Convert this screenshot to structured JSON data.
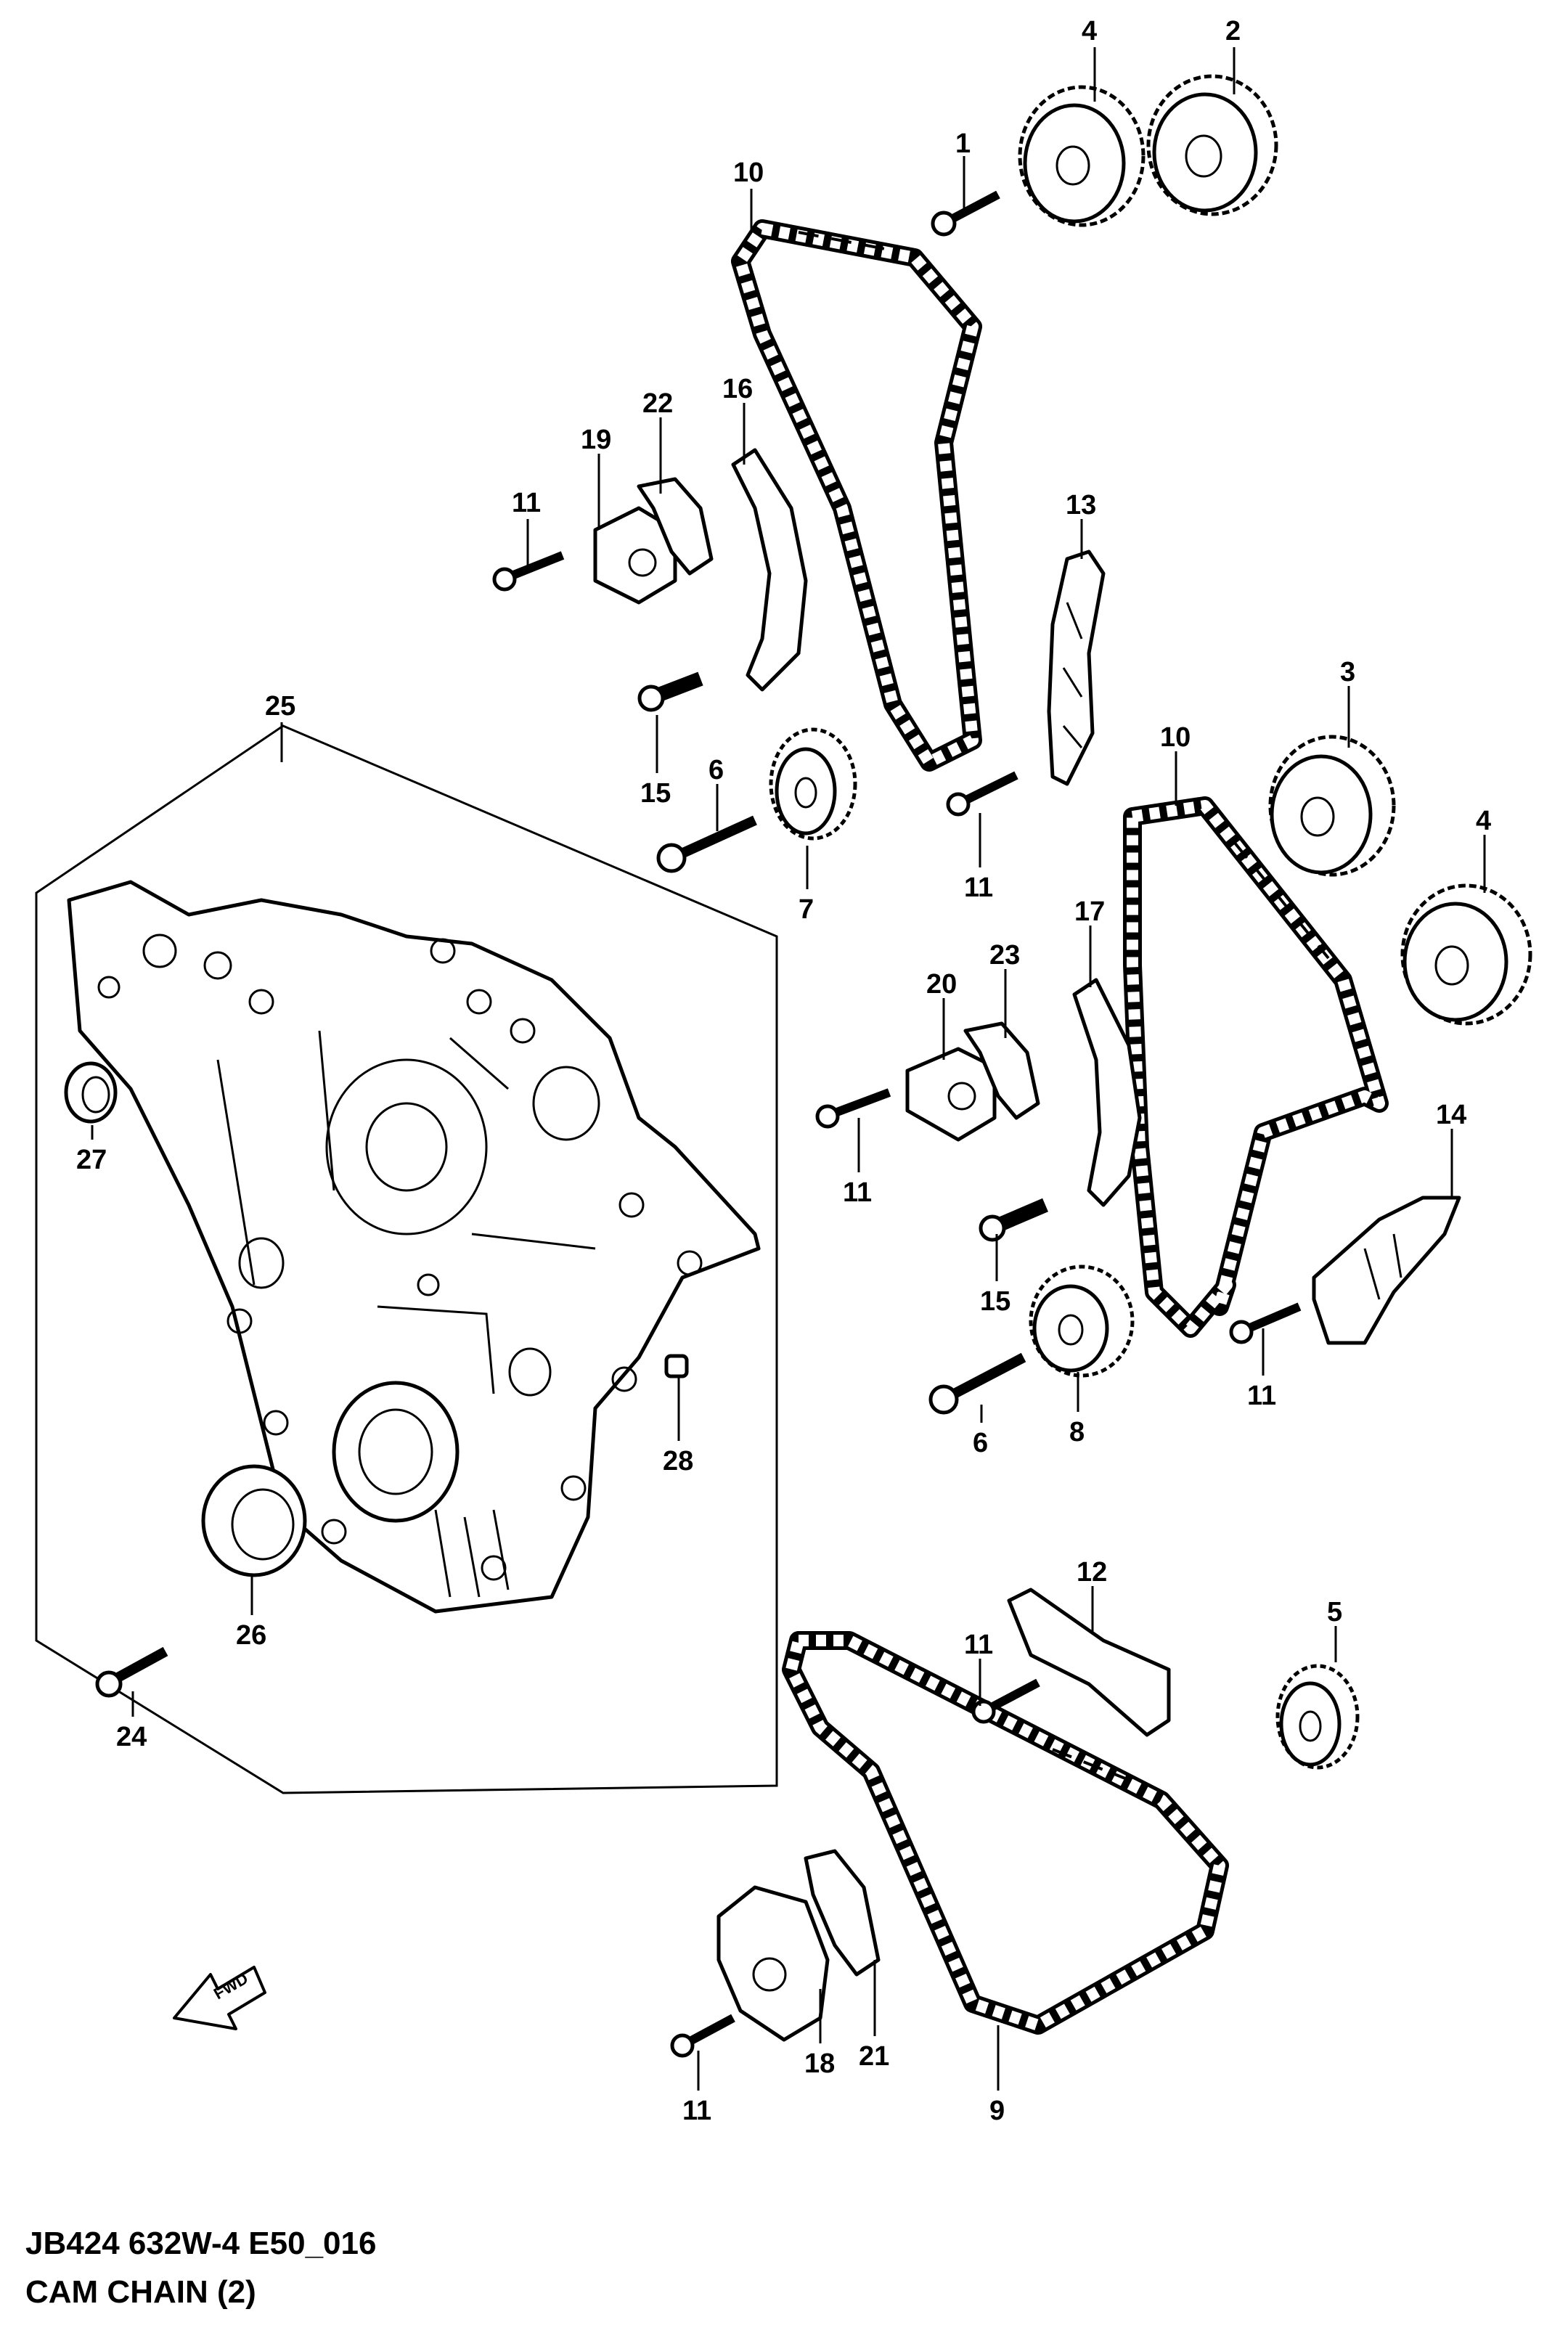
{
  "diagram": {
    "caption_code": "JB424 632W-4 E50_016",
    "caption_title": "CAM CHAIN (2)",
    "fwd_label": "FWD",
    "callouts": [
      "4",
      "2",
      "1",
      "10",
      "16",
      "22",
      "19",
      "11",
      "13",
      "25",
      "15",
      "6",
      "7",
      "11",
      "3",
      "10",
      "4",
      "20",
      "23",
      "17",
      "27",
      "11",
      "14",
      "15",
      "28",
      "8",
      "6",
      "11",
      "12",
      "5",
      "26",
      "11",
      "24",
      "21",
      "18",
      "11",
      "9"
    ]
  }
}
